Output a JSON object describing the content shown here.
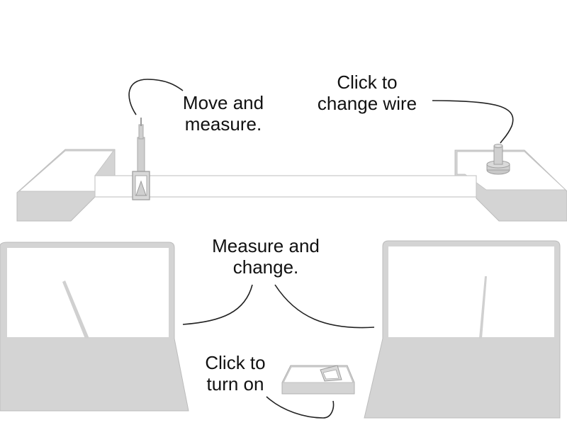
{
  "colors": {
    "apparatus_fill": "#d4d4d4",
    "apparatus_stroke": "#bcbcbc",
    "top_face": "#ffffff",
    "dial_face": "#ffffff",
    "leader_line": "#222222",
    "text": "#111111"
  },
  "labels": {
    "probe": {
      "line1": "Move and",
      "line2": "measure."
    },
    "wire": {
      "line1": "Click to",
      "line2": "change wire"
    },
    "meters": {
      "line1": "Measure and",
      "line2": "change."
    },
    "switch": {
      "line1": "Click to",
      "line2": "turn on"
    }
  },
  "components": {
    "left_block": {
      "icon": "left-terminal-block"
    },
    "right_block": {
      "icon": "right-terminal-block"
    },
    "wire": {
      "icon": "test-wire"
    },
    "probe": {
      "icon": "probe-clip-icon"
    },
    "wire_selector": {
      "icon": "wire-selector-knob-icon"
    },
    "left_meter": {
      "icon": "left-meter-icon"
    },
    "right_meter": {
      "icon": "right-meter-icon"
    },
    "power_switch": {
      "icon": "power-switch-icon"
    }
  }
}
